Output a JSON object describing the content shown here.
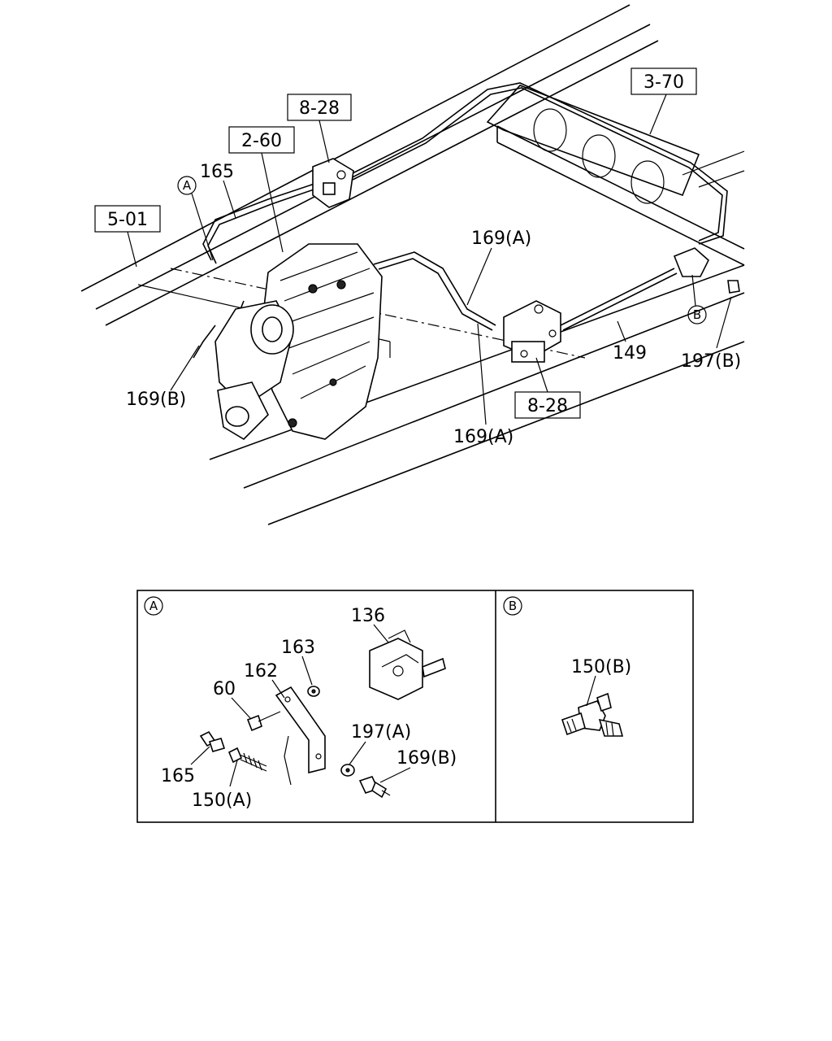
{
  "main_view": {
    "ref_boxes": {
      "r_3_70": "3-70",
      "r_8_28_top": "8-28",
      "r_2_60": "2-60",
      "r_5_01": "5-01",
      "r_8_28_bottom": "8-28"
    },
    "labels": {
      "l_165": "165",
      "l_169A_top": "169(A)",
      "l_169B": "169(B)",
      "l_169A_bottom": "169(A)",
      "l_149": "149",
      "l_197B": "197(B)"
    },
    "markers": {
      "marker_a": "A",
      "marker_b": "B"
    }
  },
  "detail_a": {
    "marker": "A",
    "labels": {
      "l_136": "136",
      "l_163": "163",
      "l_162": "162",
      "l_60": "60",
      "l_197A": "197(A)",
      "l_169B": "169(B)",
      "l_165": "165",
      "l_150A": "150(A)"
    }
  },
  "detail_b": {
    "marker": "B",
    "labels": {
      "l_150B": "150(B)"
    }
  }
}
